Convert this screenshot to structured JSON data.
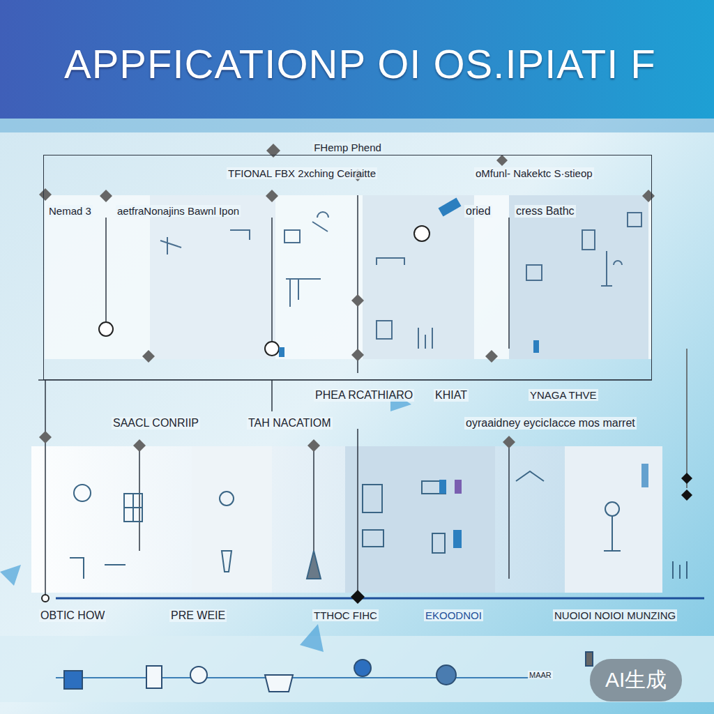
{
  "diagram": {
    "title": "APPFICATIONP OI OS.IPIATI F",
    "nodes": [
      {
        "text": [
          "FHemp Phend"
        ]
      }
    ],
    "labels": [
      "TFIONAL FBX 2xching Ceiraitte",
      "oMfunl- Nakektc S·stieop",
      "Nemad 3",
      "aetfraNonajins Bawnl Ipon",
      "oried",
      "cress Bathc",
      "PHEA RCATHIARO",
      "KHIAT",
      "YNAGA THVE",
      "SAACL CONRIIP",
      "TAH NACATIOM",
      "oyraaidney eycicIacce mos marret",
      "OBTIC HOW",
      "PRE WEIE",
      "TTHOC FIHC",
      "EKOODNOI",
      "NUOIOI NOIOI MUNZING",
      "MAAR",
      "AI生成"
    ]
  }
}
